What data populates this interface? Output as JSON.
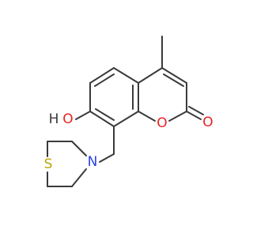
{
  "molecule": {
    "atoms": {
      "hydroxyl_h": {
        "text": "H",
        "color": "#3a3a3a"
      },
      "hydroxyl_o": {
        "text": "O",
        "color": "#e8221f"
      },
      "ring_o": {
        "text": "O",
        "color": "#e8221f"
      },
      "carbonyl_o": {
        "text": "O",
        "color": "#e8221f"
      },
      "amine_n": {
        "text": "N",
        "color": "#2a42e6"
      },
      "thio_s": {
        "text": "S",
        "color": "#b9a500"
      }
    },
    "bond_color": "#3a3a3a"
  }
}
